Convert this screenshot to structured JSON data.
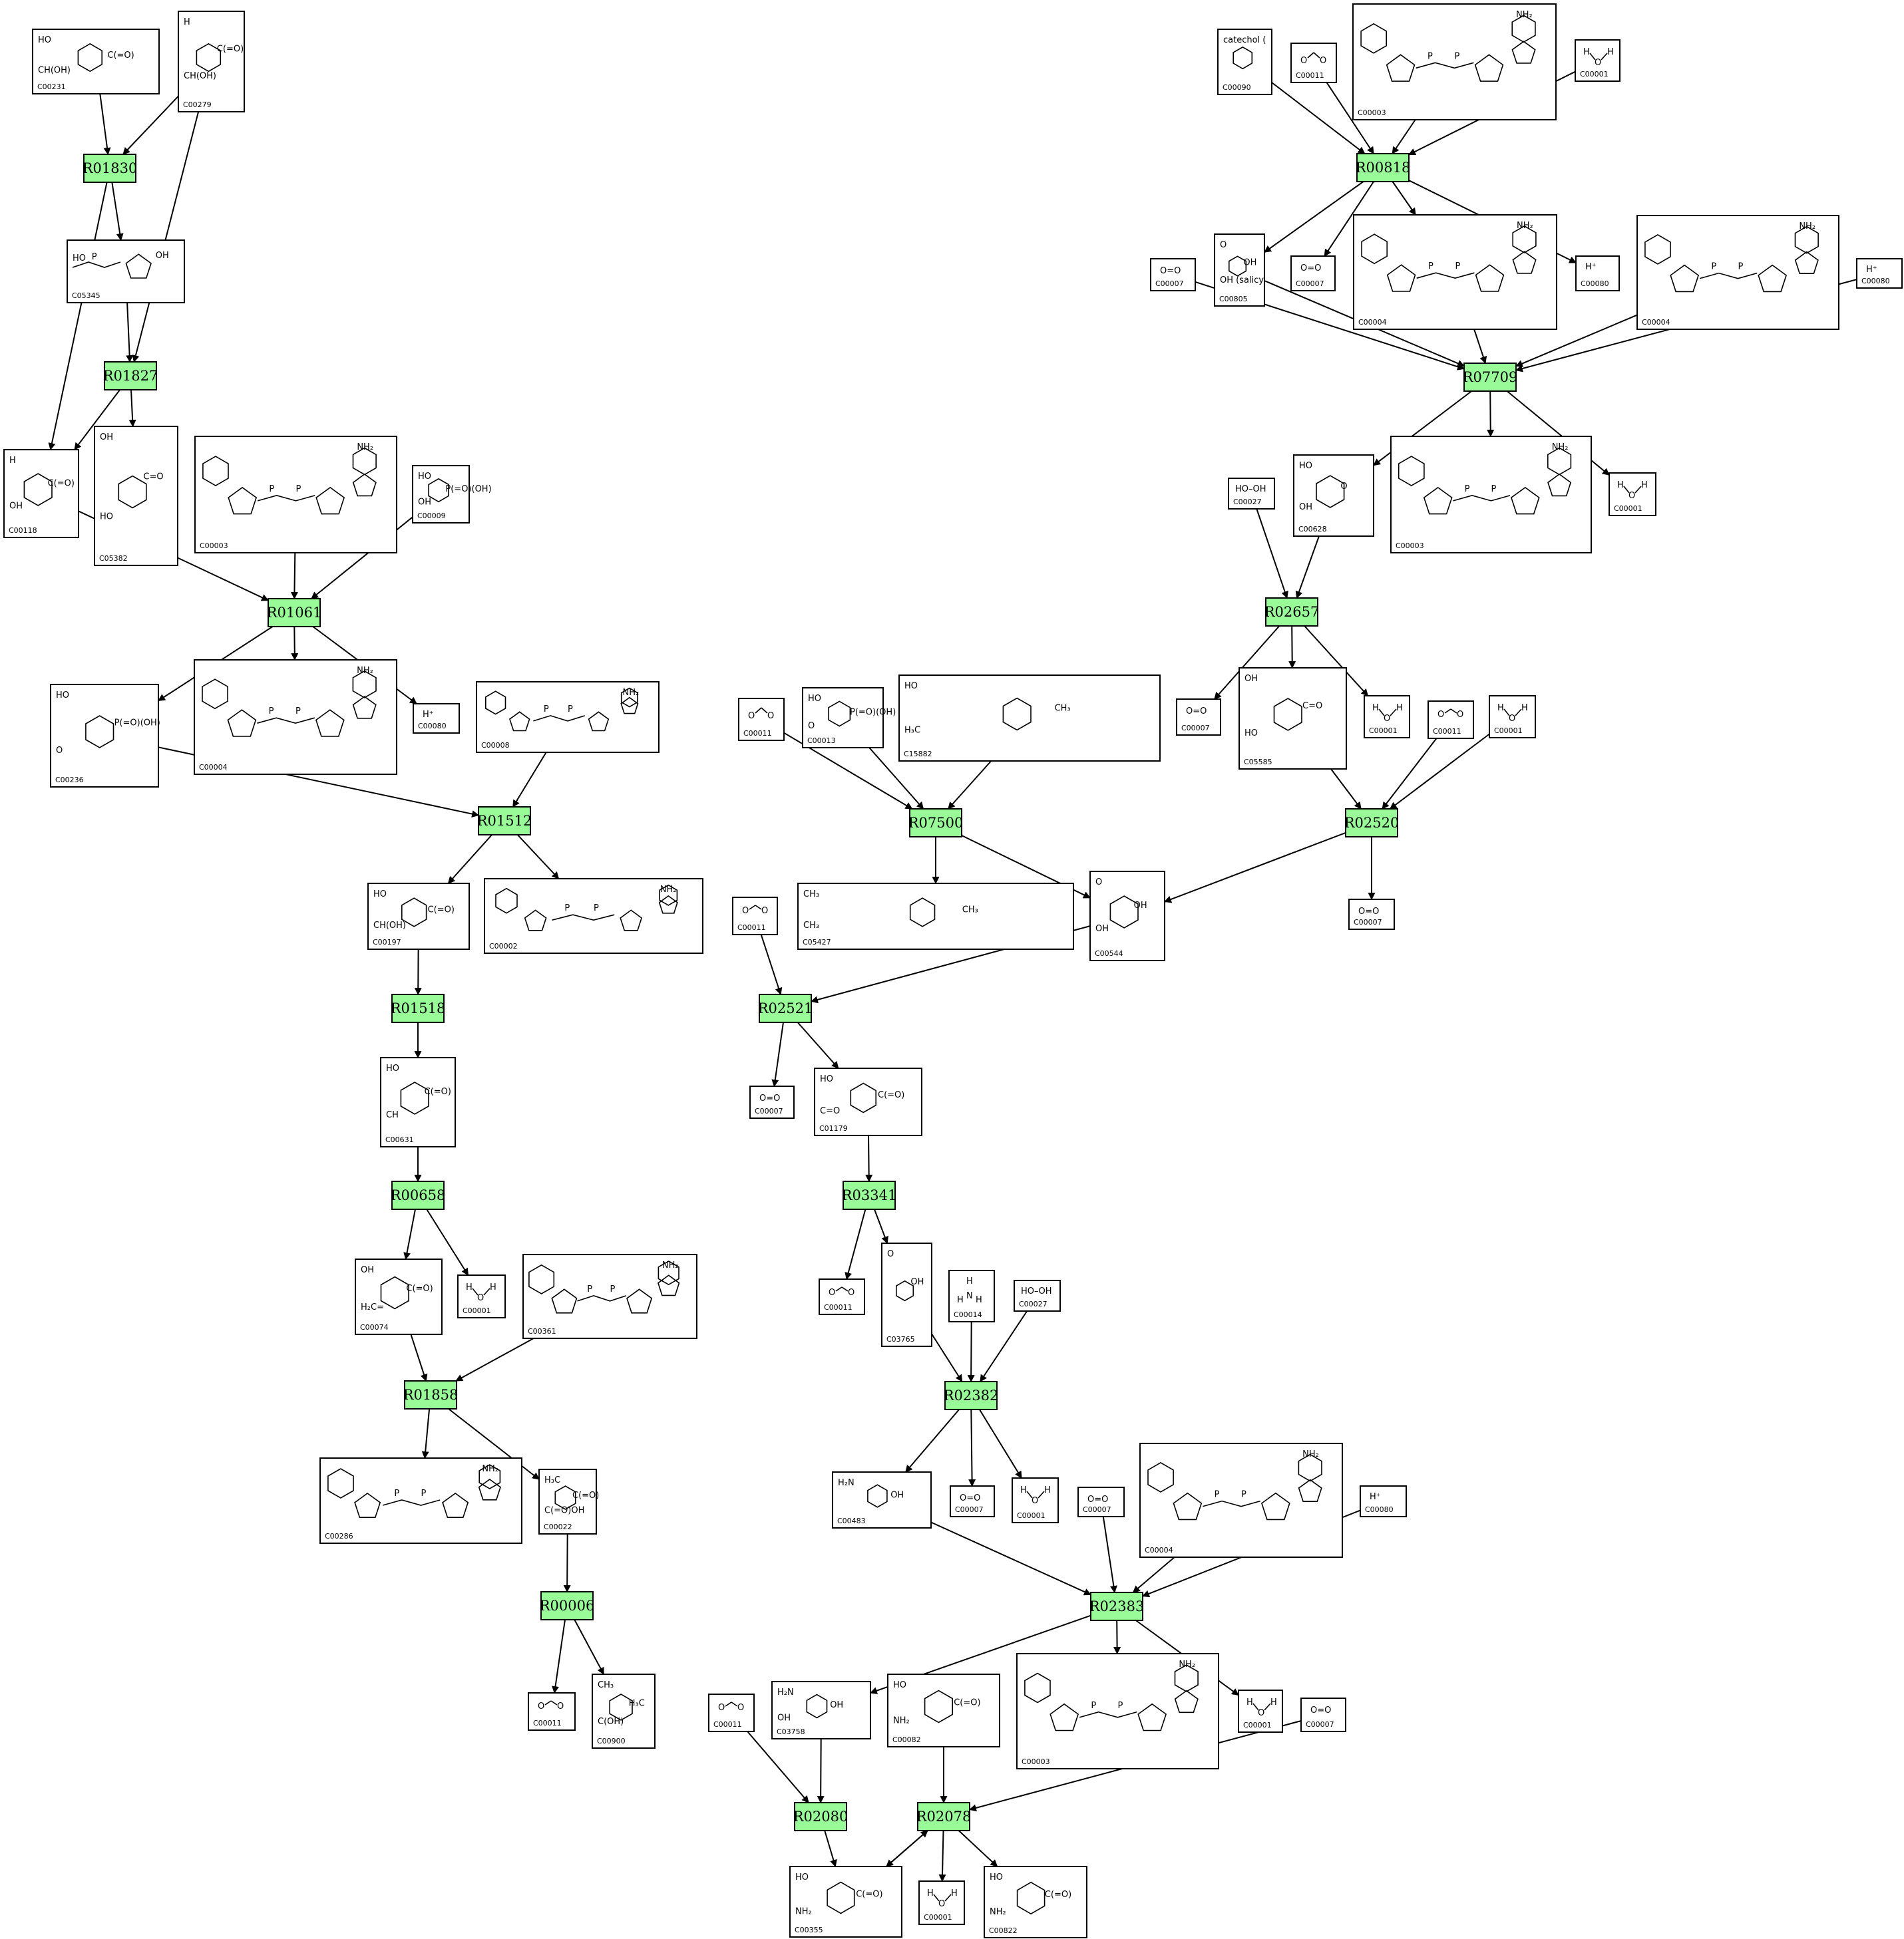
{
  "reactions": [
    {
      "id": "R01830",
      "label": "R01830"
    },
    {
      "id": "R01827",
      "label": "R01827"
    },
    {
      "id": "R01061",
      "label": "R01061"
    },
    {
      "id": "R01512",
      "label": "R01512"
    },
    {
      "id": "R01518",
      "label": "R01518"
    },
    {
      "id": "R00658",
      "label": "R00658"
    },
    {
      "id": "R01858",
      "label": "R01858"
    },
    {
      "id": "R00006",
      "label": "R00006"
    },
    {
      "id": "R00818",
      "label": "R00818"
    },
    {
      "id": "R07709",
      "label": "R07709"
    },
    {
      "id": "R02657",
      "label": "R02657"
    },
    {
      "id": "R02520",
      "label": "R02520"
    },
    {
      "id": "R07500",
      "label": "R07500"
    },
    {
      "id": "R02521",
      "label": "R02521"
    },
    {
      "id": "R03341",
      "label": "R03341"
    },
    {
      "id": "R02382",
      "label": "R02382"
    },
    {
      "id": "R02383",
      "label": "R02383"
    },
    {
      "id": "R02080",
      "label": "R02080"
    },
    {
      "id": "R02078",
      "label": "R02078"
    }
  ],
  "compounds": [
    {
      "id": "c00231",
      "label": "C00231",
      "formula": "HO ‒ C(=O) ‒ CH(OH) ‒ CH(OH) ‒ O‒P(=O)(OH)‒OH"
    },
    {
      "id": "c00279",
      "label": "C00279",
      "formula": "H‒C(=O) ‒ CH(OH) ‒ CH(OH) ‒ O‒P(OH)(OH)=O"
    },
    {
      "id": "c05345",
      "label": "C05345",
      "formula": "HO‒P(=O)(OH)‒O ‒ furanose ‒ OH"
    },
    {
      "id": "c00118",
      "label": "C00118",
      "formula": "H ‒ C(=O) ‒ OH ‒ O‒P(=O)(OH)‒OH"
    },
    {
      "id": "c05382",
      "label": "C05382",
      "formula": "OH ‒ C=O ‒ HO ‒ OH ‒ OH ‒ O‒P(=O)(OH)"
    },
    {
      "id": "c00003a",
      "label": "C00003",
      "formula": "NH₂ ‒ N⁺ ‒ ribose ‒ O‒P(OH)‒O‒P(OH)‒O ‒ ribose ‒ adenine (NH₂)"
    },
    {
      "id": "c00009",
      "label": "C00009",
      "formula": "HO‒P(=O)(OH)‒OH"
    },
    {
      "id": "c00236",
      "label": "C00236",
      "formula": "HO‒P(=O)(OH)‒O ‒ C(=O) ‒ CH(OH) ‒ O‒P(=O)(OH)"
    },
    {
      "id": "c00004a",
      "label": "C00004",
      "formula": "NH₂ ‒ N ‒ ribose ‒ O‒P(OH)‒O‒P(OH)‒O ‒ ribose ‒ adenine (NH₂)"
    },
    {
      "id": "c00080a",
      "label": "C00080",
      "formula": "H⁺"
    },
    {
      "id": "c00008",
      "label": "C00008",
      "formula": "HO‒P(OH)‒O‒P(OH)‒O ‒ ribose ‒ adenine (NH₂)"
    },
    {
      "id": "c00197",
      "label": "C00197",
      "formula": "HO ‒ C(=O) ‒ CH(OH) ‒ O‒P(=O)(OH)"
    },
    {
      "id": "c00002",
      "label": "C00002",
      "formula": "HO‒P‒O‒P‒O‒P‒O ‒ ribose ‒ adenine (NH₂)"
    },
    {
      "id": "c00631",
      "label": "C00631",
      "formula": "HO ‒ C(=O) ‒ CH ‒ OH ‒ HO‒P(=O)(OH)"
    },
    {
      "id": "c00074",
      "label": "C00074",
      "formula": "OH ‒ C(=O) ‒ H₂C= ‒ O‒P(=O)(OH)"
    },
    {
      "id": "c00001a",
      "label": "C00001",
      "formula": "H‒O‒H"
    },
    {
      "id": "c00361",
      "label": "C00361",
      "formula": "HO‒P(OH)‒O‒P(OH)‒O ‒ deoxyribose ‒ guanine (NH₂)"
    },
    {
      "id": "c00286",
      "label": "C00286",
      "formula": "HO‒P‒O‒P‒O‒P‒O ‒ deoxyribose ‒ guanine (NH₂)"
    },
    {
      "id": "c00022",
      "label": "C00022",
      "formula": "H₃C ‒ C(=O) ‒ C(=O)OH"
    },
    {
      "id": "c00011a",
      "label": "C00011",
      "formula": "O=C=O"
    },
    {
      "id": "c00900",
      "label": "C00900",
      "formula": "CH₃ ‒ H₃C ‒ C(OH) ‒ C=O ‒ HO"
    },
    {
      "id": "c00090",
      "label": "C00090",
      "formula": "catechol (OH, OH)"
    },
    {
      "id": "c00011b",
      "label": "C00011",
      "formula": "O=C=O"
    },
    {
      "id": "c00003b",
      "label": "C00003",
      "formula": "NH₂ ‒ N⁺ ‒ ribose ‒ O‒P(OH)‒O‒P(OH)‒O ‒ ribose ‒ adenine (NH₂)"
    },
    {
      "id": "c00001b",
      "label": "C00001",
      "formula": "H‒O‒H"
    },
    {
      "id": "c00007a",
      "label": "C00007",
      "formula": "O=O"
    },
    {
      "id": "c00805",
      "label": "C00805",
      "formula": "O ‒ OH ‒ OH (salicylate)"
    },
    {
      "id": "c00007b",
      "label": "C00007",
      "formula": "O=O"
    },
    {
      "id": "c00004b",
      "label": "C00004",
      "formula": "NH₂ ‒ N ‒ ribose ‒ O‒P(OH)‒O‒P(OH)‒O ‒ ribose ‒ adenine (NH₂)"
    },
    {
      "id": "c00080b",
      "label": "C00080",
      "formula": "H⁺"
    },
    {
      "id": "c00004c",
      "label": "C00004",
      "formula": "NH₂ ‒ N ‒ ribose ‒ O‒P(OH)‒O‒P(OH)‒O ‒ ribose ‒ adenine (NH₂)"
    },
    {
      "id": "c00080c",
      "label": "C00080",
      "formula": "H⁺"
    },
    {
      "id": "c00027a",
      "label": "C00027",
      "formula": "HO‒OH"
    },
    {
      "id": "c00628",
      "label": "C00628",
      "formula": "HO ‒ O ‒ OH ‒ HO (gentisate)"
    },
    {
      "id": "c00003c",
      "label": "C00003",
      "formula": "NH₂ ‒ N⁺ ‒ ribose ‒ O‒P(OH)‒O‒P(OH)‒O ‒ ribose ‒ adenine (NH₂)"
    },
    {
      "id": "c00001c",
      "label": "C00001",
      "formula": "H‒O‒H"
    },
    {
      "id": "c00011c",
      "label": "C00011",
      "formula": "O=C=O"
    },
    {
      "id": "c00013",
      "label": "C00013",
      "formula": "HO‒P(=O)(OH)‒O‒P(=O)(OH)‒OH"
    },
    {
      "id": "c15882",
      "label": "C15882",
      "formula": "HO ‒ CH₃ ‒ H₃C ‒ CH₃ ‒ CH₃ ‒ CH₃ ‒ HO"
    },
    {
      "id": "c00007c",
      "label": "C00007",
      "formula": "O=O"
    },
    {
      "id": "c05585",
      "label": "C05585",
      "formula": "OH ‒ C=O ‒ HO"
    },
    {
      "id": "c00001d",
      "label": "C00001",
      "formula": "H‒O‒H"
    },
    {
      "id": "c00011d",
      "label": "C00011",
      "formula": "O=C=O"
    },
    {
      "id": "c00001e",
      "label": "C00001",
      "formula": "H‒O‒H"
    },
    {
      "id": "c05427",
      "label": "C05427",
      "formula": "CH₃ ‒ CH₃ ‒ CH₃ ‒ CH₃ ‒ H₃C ‒ O‒P(OH)‒O‒P(OH)‒OH"
    },
    {
      "id": "c00544",
      "label": "C00544",
      "formula": "O ‒ OH ‒ OH ‒ HO"
    },
    {
      "id": "c00007d",
      "label": "C00007",
      "formula": "O=O"
    },
    {
      "id": "c00011e",
      "label": "C00011",
      "formula": "O=C=O"
    },
    {
      "id": "c00007e",
      "label": "C00007",
      "formula": "O=O"
    },
    {
      "id": "c01179",
      "label": "C01179",
      "formula": "HO ‒ C(=O) ‒ C=O ‒ OH"
    },
    {
      "id": "c00011f",
      "label": "C00011",
      "formula": "O=C=O"
    },
    {
      "id": "c03765",
      "label": "C03765",
      "formula": "O ‒ OH"
    },
    {
      "id": "c00014",
      "label": "C00014",
      "formula": "H‒N(H)‒H"
    },
    {
      "id": "c00027b",
      "label": "C00027",
      "formula": "HO‒OH"
    },
    {
      "id": "c00483",
      "label": "C00483",
      "formula": "H₂N ‒ OH"
    },
    {
      "id": "c00007f",
      "label": "C00007",
      "formula": "O=O"
    },
    {
      "id": "c00001f",
      "label": "C00001",
      "formula": "H‒O‒H"
    },
    {
      "id": "c00007g",
      "label": "C00007",
      "formula": "O=O"
    },
    {
      "id": "c00004d",
      "label": "C00004",
      "formula": "NH₂ ‒ N ‒ ribose ‒ O‒P(OH)‒O‒P(OH)‒O ‒ ribose ‒ adenine (NH₂)"
    },
    {
      "id": "c00080d",
      "label": "C00080",
      "formula": "H⁺"
    },
    {
      "id": "c00011g",
      "label": "C00011",
      "formula": "O=C=O"
    },
    {
      "id": "c03758",
      "label": "C03758",
      "formula": "H₂N ‒ OH ‒ OH"
    },
    {
      "id": "c00082",
      "label": "C00082",
      "formula": "HO ‒ C(=O) ‒ NH₂ ‒ OH"
    },
    {
      "id": "c00003d",
      "label": "C00003",
      "formula": "NH₂ ‒ N⁺ ‒ ribose ‒ O‒P(OH)‒O‒P(OH)‒O ‒ ribose ‒ adenine (NH₂)"
    },
    {
      "id": "c00001g",
      "label": "C00001",
      "formula": "H‒O‒H"
    },
    {
      "id": "c00007h",
      "label": "C00007",
      "formula": "O=O"
    },
    {
      "id": "c00355",
      "label": "C00355",
      "formula": "HO ‒ C(=O) ‒ NH₂ ‒ OH ‒ OH"
    },
    {
      "id": "c00001h",
      "label": "C00001",
      "formula": "H‒O‒H"
    },
    {
      "id": "c00822",
      "label": "C00822",
      "formula": "HO ‒ C(=O) ‒ NH₂ ‒ O ‒ O"
    }
  ],
  "edges": [
    [
      "c00231",
      "R01830"
    ],
    [
      "c00279",
      "R01830"
    ],
    [
      "R01830",
      "c05345"
    ],
    [
      "R01830",
      "c00118"
    ],
    [
      "c05345",
      "R01827"
    ],
    [
      "c00279",
      "R01827"
    ],
    [
      "R01827",
      "c00118"
    ],
    [
      "R01827",
      "c05382"
    ],
    [
      "c00118",
      "R01061"
    ],
    [
      "c00003a",
      "R01061"
    ],
    [
      "c00009",
      "R01061"
    ],
    [
      "R01061",
      "c00236"
    ],
    [
      "R01061",
      "c00004a"
    ],
    [
      "R01061",
      "c00080a"
    ],
    [
      "c00236",
      "R01512"
    ],
    [
      "c00008",
      "R01512"
    ],
    [
      "R01512",
      "c00197"
    ],
    [
      "R01512",
      "c00002"
    ],
    [
      "c00197",
      "R01518"
    ],
    [
      "R01518",
      "c00631"
    ],
    [
      "c00631",
      "R00658"
    ],
    [
      "R00658",
      "c00074"
    ],
    [
      "R00658",
      "c00001a"
    ],
    [
      "c00074",
      "R01858"
    ],
    [
      "c00361",
      "R01858"
    ],
    [
      "R01858",
      "c00286"
    ],
    [
      "R01858",
      "c00022"
    ],
    [
      "c00022",
      "R00006"
    ],
    [
      "R00006",
      "c00011a"
    ],
    [
      "R00006",
      "c00900"
    ],
    [
      "c00090",
      "R00818"
    ],
    [
      "c00011b",
      "R00818"
    ],
    [
      "c00003b",
      "R00818"
    ],
    [
      "c00001b",
      "R00818"
    ],
    [
      "R00818",
      "c00805"
    ],
    [
      "R00818",
      "c00007b"
    ],
    [
      "R00818",
      "c00004b"
    ],
    [
      "R00818",
      "c00080b"
    ],
    [
      "c00007a",
      "R07709"
    ],
    [
      "c00805",
      "R07709"
    ],
    [
      "c00004b",
      "R07709"
    ],
    [
      "c00004c",
      "R07709"
    ],
    [
      "c00080c",
      "R07709"
    ],
    [
      "R07709",
      "c00628"
    ],
    [
      "R07709",
      "c00003c"
    ],
    [
      "R07709",
      "c00001c"
    ],
    [
      "c00027a",
      "R02657"
    ],
    [
      "c00628",
      "R02657"
    ],
    [
      "R02657",
      "c00007c"
    ],
    [
      "R02657",
      "c05585"
    ],
    [
      "R02657",
      "c00001d"
    ],
    [
      "c05585",
      "R02520"
    ],
    [
      "c00011d",
      "R02520"
    ],
    [
      "c00001e",
      "R02520"
    ],
    [
      "R02520",
      "c00544"
    ],
    [
      "R02520",
      "c00007d"
    ],
    [
      "c00011c",
      "R07500"
    ],
    [
      "c00013",
      "R07500"
    ],
    [
      "c15882",
      "R07500"
    ],
    [
      "R07500",
      "c05427"
    ],
    [
      "R07500",
      "c00544"
    ],
    [
      "c00011e",
      "R02521"
    ],
    [
      "c00544",
      "R02521"
    ],
    [
      "R02521",
      "c00007e"
    ],
    [
      "R02521",
      "c01179"
    ],
    [
      "c01179",
      "R03341"
    ],
    [
      "R03341",
      "c00011f"
    ],
    [
      "R03341",
      "c03765"
    ],
    [
      "c03765",
      "R02382"
    ],
    [
      "c00014",
      "R02382"
    ],
    [
      "c00027b",
      "R02382"
    ],
    [
      "R02382",
      "c00483"
    ],
    [
      "R02382",
      "c00007f"
    ],
    [
      "R02382",
      "c00001f"
    ],
    [
      "c00483",
      "R02383"
    ],
    [
      "c00007g",
      "R02383"
    ],
    [
      "c00004d",
      "R02383"
    ],
    [
      "c00080d",
      "R02383"
    ],
    [
      "R02383",
      "c03758"
    ],
    [
      "R02383",
      "c00003d"
    ],
    [
      "R02383",
      "c00001g"
    ],
    [
      "c00011g",
      "R02080"
    ],
    [
      "c03758",
      "R02080"
    ],
    [
      "R02080",
      "c00355"
    ],
    [
      "c00082",
      "R02078"
    ],
    [
      "c00007h",
      "R02078"
    ],
    [
      "c00355",
      "R02078"
    ],
    [
      "R02078",
      "c00355"
    ],
    [
      "R02078",
      "c00001h"
    ],
    [
      "R02078",
      "c00822"
    ]
  ]
}
